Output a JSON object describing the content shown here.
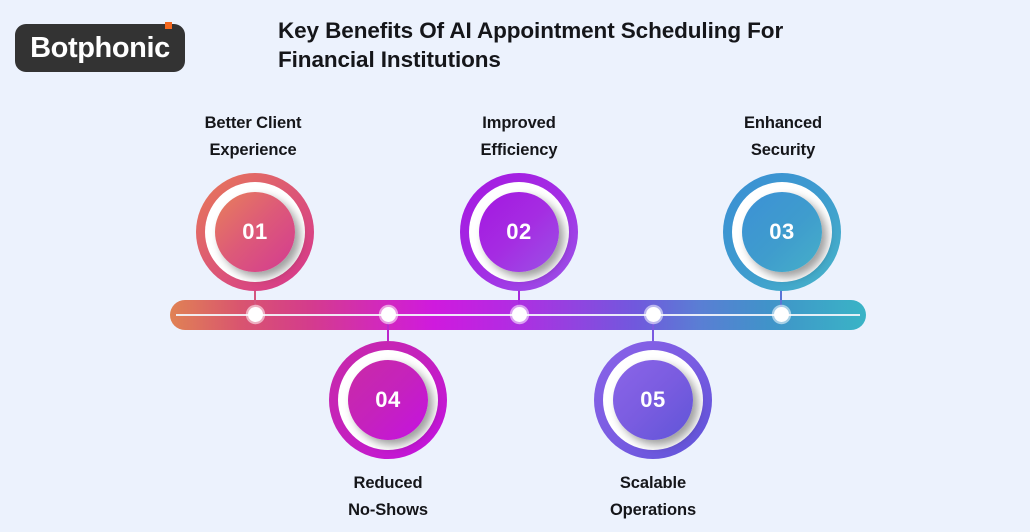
{
  "background_color": "#ecf2fd",
  "logo": {
    "text": "Botphonic",
    "background_color": "#333333",
    "text_color": "#ffffff",
    "accent_dot_color": "#f4681f",
    "dot_icon_name": "logo-accent-dot"
  },
  "header": {
    "title": "Key Benefits Of AI Appointment Scheduling For Financial Institutions",
    "title_color": "#15161a"
  },
  "timeline": {
    "bar_gradient_stops": [
      "#e08254",
      "#cf1ade",
      "#9243e0",
      "#4093c9",
      "#3ab4c6"
    ],
    "marker_color": "#ffffff",
    "marker_count": 5
  },
  "nodes": [
    {
      "number": "01",
      "label_line1": "Better Client",
      "label_line2": "Experience",
      "position": "above",
      "gradient_from": "#e87a56",
      "gradient_to": "#d6348f",
      "stem_color": "#d4567f"
    },
    {
      "number": "02",
      "label_line1": "Improved",
      "label_line2": "Efficiency",
      "position": "above",
      "gradient_from": "#a617e0",
      "gradient_to": "#9b4ee6",
      "stem_color": "#a828dd"
    },
    {
      "number": "03",
      "label_line1": "Enhanced",
      "label_line2": "Security",
      "position": "above",
      "gradient_from": "#3a8fd4",
      "gradient_to": "#45b3c9",
      "stem_color": "#5a74d6"
    },
    {
      "number": "04",
      "label_line1": "Reduced",
      "label_line2": "No-Shows",
      "position": "below",
      "gradient_from": "#c82aa8",
      "gradient_to": "#c310e3",
      "stem_color": "#ba27cc"
    },
    {
      "number": "05",
      "label_line1": "Scalable",
      "label_line2": "Operations",
      "position": "below",
      "gradient_from": "#8a63e8",
      "gradient_to": "#5d53d8",
      "stem_color": "#7a5ae0"
    }
  ]
}
